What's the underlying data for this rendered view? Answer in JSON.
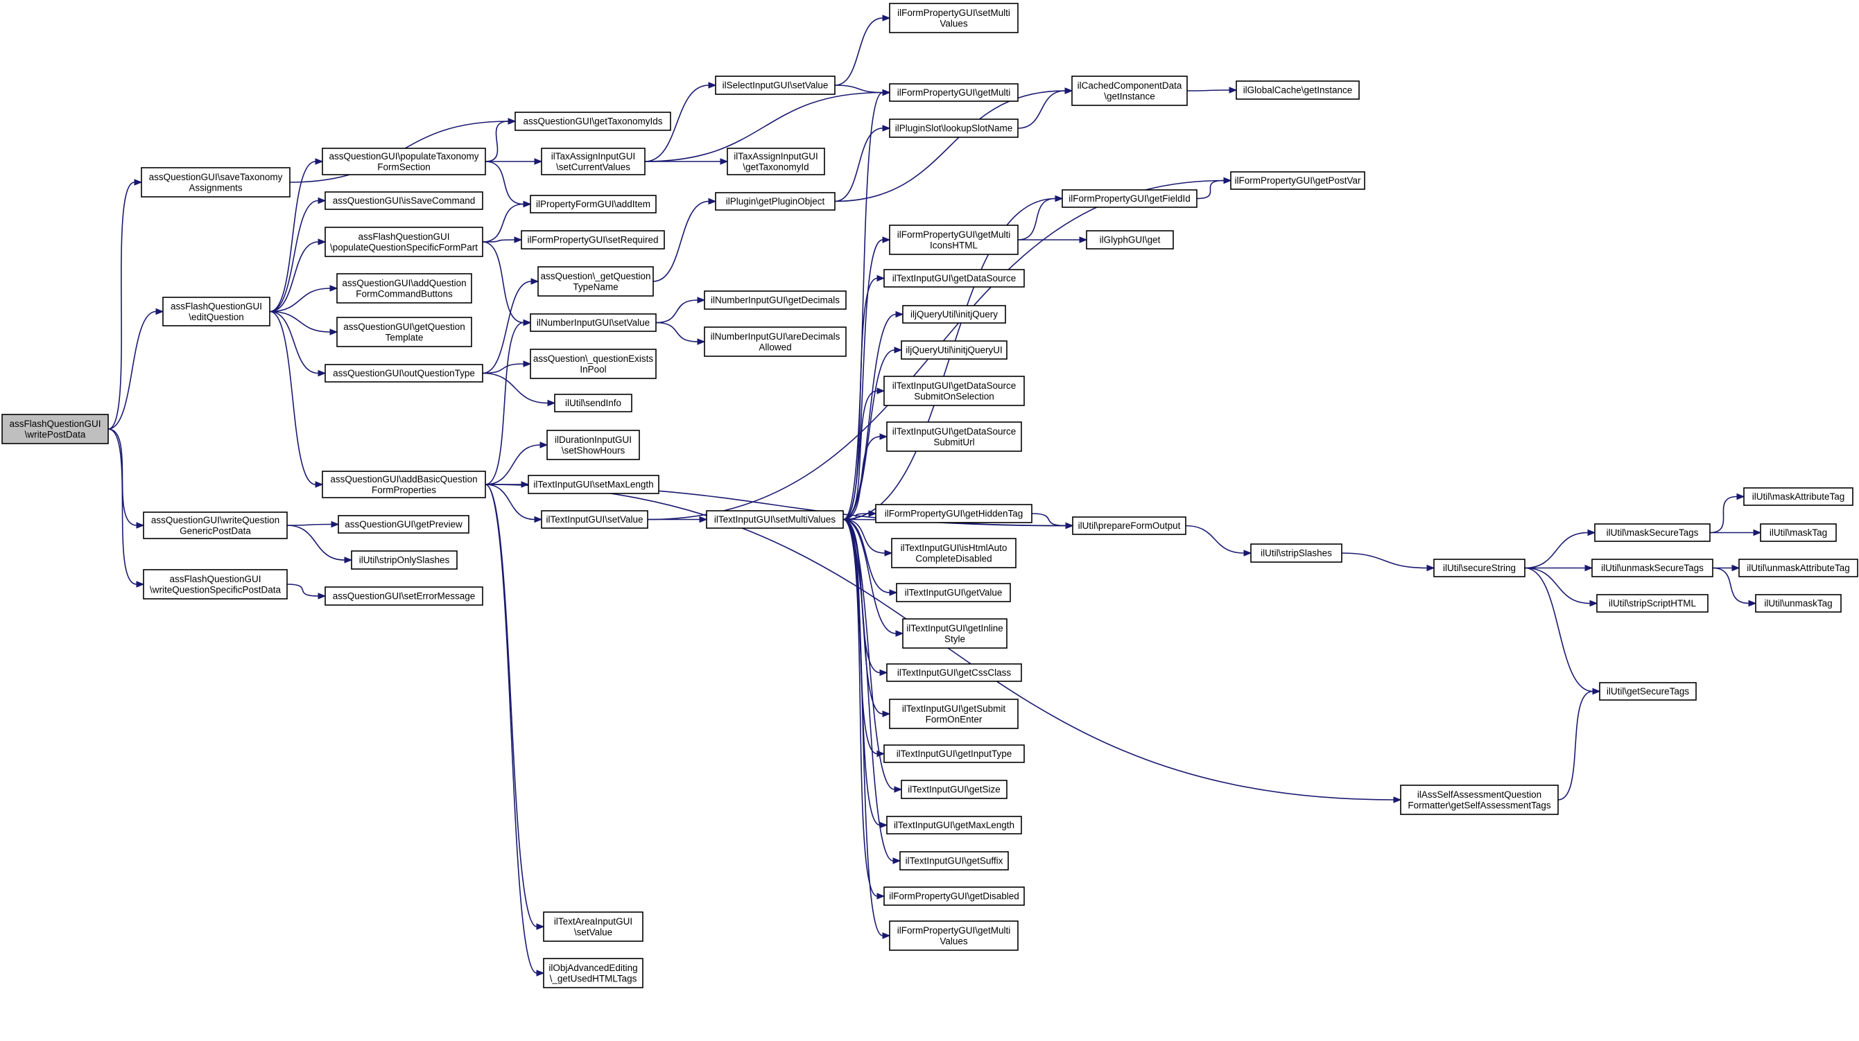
{
  "diagram": {
    "nodes": [
      {
        "id": "n0",
        "lines": [
          "assFlashQuestionGUI",
          "\\writePostData"
        ],
        "root": true
      },
      {
        "id": "n1",
        "lines": [
          "assQuestionGUI\\saveTaxonomy",
          "Assignments"
        ]
      },
      {
        "id": "n2",
        "lines": [
          "assFlashQuestionGUI",
          "\\editQuestion"
        ]
      },
      {
        "id": "n3",
        "lines": [
          "assQuestionGUI\\writeQuestion",
          "GenericPostData"
        ]
      },
      {
        "id": "n4",
        "lines": [
          "assFlashQuestionGUI",
          "\\writeQuestionSpecificPostData"
        ]
      },
      {
        "id": "n5",
        "lines": [
          "assQuestionGUI\\populateTaxonomy",
          "FormSection"
        ]
      },
      {
        "id": "n6",
        "lines": [
          "assQuestionGUI\\isSaveCommand"
        ]
      },
      {
        "id": "n7",
        "lines": [
          "assFlashQuestionGUI",
          "\\populateQuestionSpecificFormPart"
        ]
      },
      {
        "id": "n8",
        "lines": [
          "assQuestionGUI\\addQuestion",
          "FormCommandButtons"
        ]
      },
      {
        "id": "n9",
        "lines": [
          "assQuestionGUI\\getQuestion",
          "Template"
        ]
      },
      {
        "id": "n10",
        "lines": [
          "assQuestionGUI\\outQuestionType"
        ]
      },
      {
        "id": "n11",
        "lines": [
          "assQuestionGUI\\addBasicQuestion",
          "FormProperties"
        ]
      },
      {
        "id": "n12",
        "lines": [
          "assQuestionGUI\\getPreview"
        ]
      },
      {
        "id": "n13",
        "lines": [
          "ilUtil\\stripOnlySlashes"
        ]
      },
      {
        "id": "n14",
        "lines": [
          "assQuestionGUI\\setErrorMessage"
        ]
      },
      {
        "id": "n15",
        "lines": [
          "assQuestionGUI\\getTaxonomyIds"
        ]
      },
      {
        "id": "n16",
        "lines": [
          "ilTaxAssignInputGUI",
          "\\setCurrentValues"
        ]
      },
      {
        "id": "n17",
        "lines": [
          "ilPropertyFormGUI\\addItem"
        ]
      },
      {
        "id": "n18",
        "lines": [
          "ilFormPropertyGUI\\setRequired"
        ]
      },
      {
        "id": "n19",
        "lines": [
          "assQuestion\\_getQuestion",
          "TypeName"
        ]
      },
      {
        "id": "n20",
        "lines": [
          "ilNumberInputGUI\\setValue"
        ]
      },
      {
        "id": "n21",
        "lines": [
          "assQuestion\\_questionExists",
          "InPool"
        ]
      },
      {
        "id": "n22",
        "lines": [
          "ilUtil\\sendInfo"
        ]
      },
      {
        "id": "n23",
        "lines": [
          "ilDurationInputGUI",
          "\\setShowHours"
        ]
      },
      {
        "id": "n24",
        "lines": [
          "ilTextInputGUI\\setMaxLength"
        ]
      },
      {
        "id": "n25",
        "lines": [
          "ilTextInputGUI\\setValue"
        ]
      },
      {
        "id": "n26",
        "lines": [
          "ilTextAreaInputGUI",
          "\\setValue"
        ]
      },
      {
        "id": "n27",
        "lines": [
          "ilObjAdvancedEditing",
          "\\_getUsedHTMLTags"
        ]
      },
      {
        "id": "n28",
        "lines": [
          "ilSelectInputGUI\\setValue"
        ]
      },
      {
        "id": "n29",
        "lines": [
          "ilTaxAssignInputGUI",
          "\\getTaxonomyId"
        ]
      },
      {
        "id": "n30",
        "lines": [
          "ilPlugin\\getPluginObject"
        ]
      },
      {
        "id": "n31",
        "lines": [
          "ilNumberInputGUI\\getDecimals"
        ]
      },
      {
        "id": "n32",
        "lines": [
          "ilNumberInputGUI\\areDecimals",
          "Allowed"
        ]
      },
      {
        "id": "n33",
        "lines": [
          "ilTextInputGUI\\setMultiValues"
        ]
      },
      {
        "id": "n34",
        "lines": [
          "ilFormPropertyGUI\\setMulti",
          "Values"
        ]
      },
      {
        "id": "n35",
        "lines": [
          "ilFormPropertyGUI\\getMulti"
        ]
      },
      {
        "id": "n36",
        "lines": [
          "ilPluginSlot\\lookupSlotName"
        ]
      },
      {
        "id": "n37",
        "lines": [
          "ilFormPropertyGUI\\getMulti",
          "IconsHTML"
        ]
      },
      {
        "id": "n38",
        "lines": [
          "ilTextInputGUI\\getDataSource"
        ]
      },
      {
        "id": "n39",
        "lines": [
          "iljQueryUtil\\initjQuery"
        ]
      },
      {
        "id": "n40",
        "lines": [
          "iljQueryUtil\\initjQueryUI"
        ]
      },
      {
        "id": "n41",
        "lines": [
          "ilTextInputGUI\\getDataSource",
          "SubmitOnSelection"
        ]
      },
      {
        "id": "n42",
        "lines": [
          "ilTextInputGUI\\getDataSource",
          "SubmitUrl"
        ]
      },
      {
        "id": "n43",
        "lines": [
          "ilFormPropertyGUI\\getHiddenTag"
        ]
      },
      {
        "id": "n44",
        "lines": [
          "ilTextInputGUI\\isHtmlAuto",
          "CompleteDisabled"
        ]
      },
      {
        "id": "n45",
        "lines": [
          "ilTextInputGUI\\getValue"
        ]
      },
      {
        "id": "n46",
        "lines": [
          "ilTextInputGUI\\getInline",
          "Style"
        ]
      },
      {
        "id": "n47",
        "lines": [
          "ilTextInputGUI\\getCssClass"
        ]
      },
      {
        "id": "n48",
        "lines": [
          "ilTextInputGUI\\getSubmit",
          "FormOnEnter"
        ]
      },
      {
        "id": "n49",
        "lines": [
          "ilTextInputGUI\\getInputType"
        ]
      },
      {
        "id": "n50",
        "lines": [
          "ilTextInputGUI\\getSize"
        ]
      },
      {
        "id": "n51",
        "lines": [
          "ilTextInputGUI\\getMaxLength"
        ]
      },
      {
        "id": "n52",
        "lines": [
          "ilTextInputGUI\\getSuffix"
        ]
      },
      {
        "id": "n53",
        "lines": [
          "ilFormPropertyGUI\\getDisabled"
        ]
      },
      {
        "id": "n54",
        "lines": [
          "ilFormPropertyGUI\\getMulti",
          "Values"
        ]
      },
      {
        "id": "n55",
        "lines": [
          "ilCachedComponentData",
          "\\getInstance"
        ]
      },
      {
        "id": "n56",
        "lines": [
          "ilFormPropertyGUI\\getFieldId"
        ]
      },
      {
        "id": "n57",
        "lines": [
          "ilGlyphGUI\\get"
        ]
      },
      {
        "id": "n58",
        "lines": [
          "ilUtil\\prepareFormOutput"
        ]
      },
      {
        "id": "n59",
        "lines": [
          "ilGlobalCache\\getInstance"
        ]
      },
      {
        "id": "n60",
        "lines": [
          "ilFormPropertyGUI\\getPostVar"
        ]
      },
      {
        "id": "n61",
        "lines": [
          "ilUtil\\stripSlashes"
        ]
      },
      {
        "id": "n62",
        "lines": [
          "ilUtil\\secureString"
        ]
      },
      {
        "id": "n63",
        "lines": [
          "ilUtil\\maskSecureTags"
        ]
      },
      {
        "id": "n64",
        "lines": [
          "ilUtil\\unmaskSecureTags"
        ]
      },
      {
        "id": "n65",
        "lines": [
          "ilUtil\\stripScriptHTML"
        ]
      },
      {
        "id": "n66",
        "lines": [
          "ilUtil\\getSecureTags"
        ]
      },
      {
        "id": "n67",
        "lines": [
          "ilAssSelfAssessmentQuestion",
          "Formatter\\getSelfAssessmentTags"
        ]
      },
      {
        "id": "n68",
        "lines": [
          "ilUtil\\maskAttributeTag"
        ]
      },
      {
        "id": "n69",
        "lines": [
          "ilUtil\\maskTag"
        ]
      },
      {
        "id": "n70",
        "lines": [
          "ilUtil\\unmaskAttributeTag"
        ]
      },
      {
        "id": "n71",
        "lines": [
          "ilUtil\\unmaskTag"
        ]
      }
    ],
    "edges": [
      [
        "n0",
        "n1"
      ],
      [
        "n0",
        "n2"
      ],
      [
        "n0",
        "n3"
      ],
      [
        "n0",
        "n4"
      ],
      [
        "n1",
        "n15"
      ],
      [
        "n2",
        "n5"
      ],
      [
        "n2",
        "n6"
      ],
      [
        "n2",
        "n7"
      ],
      [
        "n2",
        "n8"
      ],
      [
        "n2",
        "n9"
      ],
      [
        "n2",
        "n10"
      ],
      [
        "n2",
        "n11"
      ],
      [
        "n3",
        "n12"
      ],
      [
        "n3",
        "n13"
      ],
      [
        "n4",
        "n14"
      ],
      [
        "n5",
        "n15"
      ],
      [
        "n5",
        "n16"
      ],
      [
        "n5",
        "n17"
      ],
      [
        "n7",
        "n17"
      ],
      [
        "n7",
        "n18"
      ],
      [
        "n7",
        "n20"
      ],
      [
        "n10",
        "n19"
      ],
      [
        "n10",
        "n21"
      ],
      [
        "n10",
        "n22"
      ],
      [
        "n11",
        "n20"
      ],
      [
        "n11",
        "n23"
      ],
      [
        "n11",
        "n24"
      ],
      [
        "n11",
        "n25"
      ],
      [
        "n11",
        "n26"
      ],
      [
        "n11",
        "n27"
      ],
      [
        "n11",
        "n58"
      ],
      [
        "n11",
        "n67"
      ],
      [
        "n16",
        "n28"
      ],
      [
        "n16",
        "n29"
      ],
      [
        "n16",
        "n35"
      ],
      [
        "n19",
        "n30"
      ],
      [
        "n20",
        "n31"
      ],
      [
        "n20",
        "n32"
      ],
      [
        "n25",
        "n33"
      ],
      [
        "n25",
        "n60"
      ],
      [
        "n28",
        "n34"
      ],
      [
        "n28",
        "n35"
      ],
      [
        "n30",
        "n36"
      ],
      [
        "n30",
        "n55"
      ],
      [
        "n33",
        "n35"
      ],
      [
        "n33",
        "n37"
      ],
      [
        "n33",
        "n38"
      ],
      [
        "n33",
        "n39"
      ],
      [
        "n33",
        "n40"
      ],
      [
        "n33",
        "n41"
      ],
      [
        "n33",
        "n42"
      ],
      [
        "n33",
        "n43"
      ],
      [
        "n33",
        "n44"
      ],
      [
        "n33",
        "n45"
      ],
      [
        "n33",
        "n46"
      ],
      [
        "n33",
        "n47"
      ],
      [
        "n33",
        "n48"
      ],
      [
        "n33",
        "n49"
      ],
      [
        "n33",
        "n50"
      ],
      [
        "n33",
        "n51"
      ],
      [
        "n33",
        "n52"
      ],
      [
        "n33",
        "n53"
      ],
      [
        "n33",
        "n54"
      ],
      [
        "n33",
        "n56"
      ],
      [
        "n33",
        "n58"
      ],
      [
        "n36",
        "n55"
      ],
      [
        "n37",
        "n56"
      ],
      [
        "n37",
        "n57"
      ],
      [
        "n43",
        "n58"
      ],
      [
        "n55",
        "n59"
      ],
      [
        "n56",
        "n60"
      ],
      [
        "n58",
        "n61"
      ],
      [
        "n61",
        "n62"
      ],
      [
        "n62",
        "n63"
      ],
      [
        "n62",
        "n64"
      ],
      [
        "n62",
        "n65"
      ],
      [
        "n62",
        "n66"
      ],
      [
        "n63",
        "n68"
      ],
      [
        "n63",
        "n69"
      ],
      [
        "n64",
        "n70"
      ],
      [
        "n64",
        "n71"
      ],
      [
        "n67",
        "n66"
      ]
    ]
  }
}
